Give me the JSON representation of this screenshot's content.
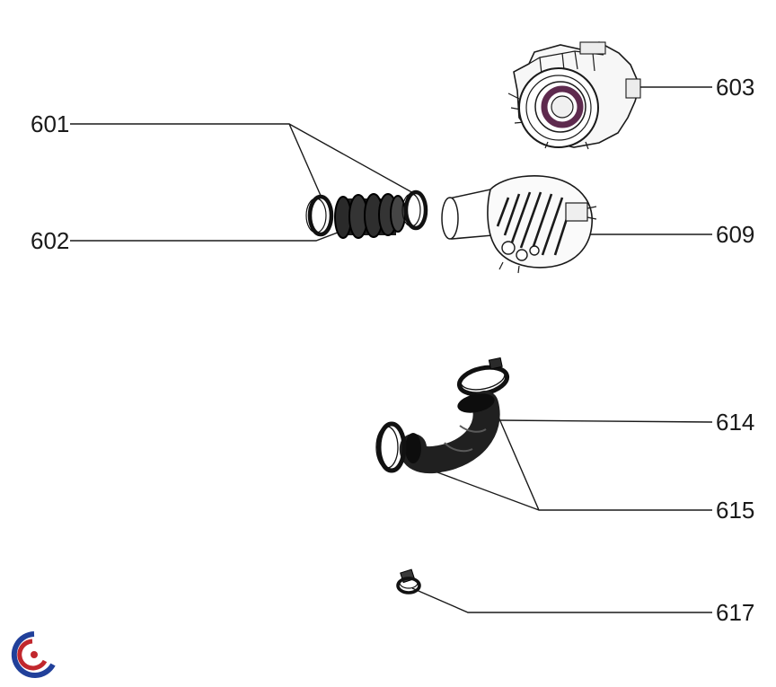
{
  "diagram": {
    "type": "exploded-parts-diagram",
    "background": "#ffffff",
    "line_color": "#1a1a1a",
    "labels": [
      {
        "text": "601"
      },
      {
        "text": "602"
      },
      {
        "text": "603"
      },
      {
        "text": "609"
      },
      {
        "text": "614"
      },
      {
        "text": "615"
      },
      {
        "text": "617"
      }
    ],
    "accent_colors": {
      "bearing_seal_ring": "#5e2a4e",
      "logo_red": "#c1272d",
      "logo_blue": "#21409a"
    }
  }
}
